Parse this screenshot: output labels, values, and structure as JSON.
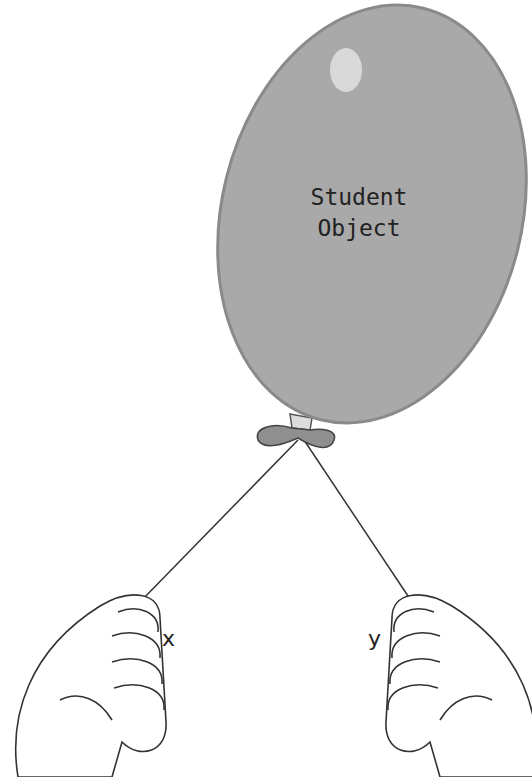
{
  "diagram": {
    "nodes": [
      {
        "text": [
          "Student Object"
        ]
      }
    ],
    "labels": [
      "x",
      "y"
    ]
  }
}
